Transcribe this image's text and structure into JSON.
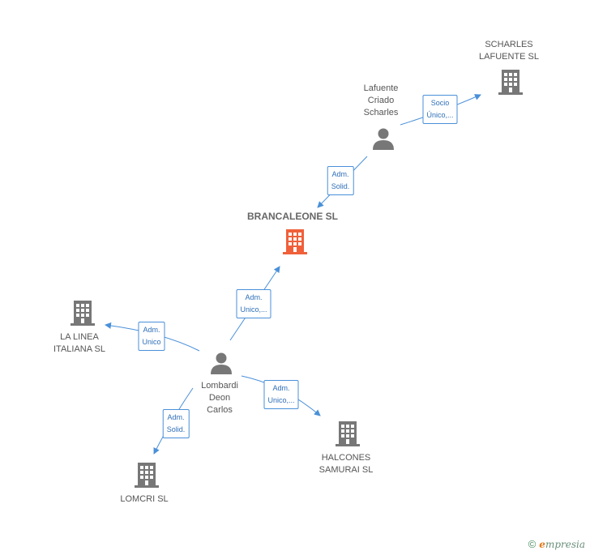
{
  "colors": {
    "edge": "#4a90d9",
    "node_icon": "#777777",
    "focus_icon": "#f0603a"
  },
  "nodes": {
    "brancaleone": {
      "label": "BRANCALEONE SL",
      "type": "company",
      "focus": true
    },
    "scharles_lafuente": {
      "lines": [
        "SCHARLES",
        "LAFUENTE  SL"
      ],
      "type": "company"
    },
    "lafuente_criado": {
      "lines": [
        "Lafuente",
        "Criado",
        "Scharles"
      ],
      "type": "person"
    },
    "la_linea": {
      "lines": [
        "LA LINEA",
        "ITALIANA SL"
      ],
      "type": "company"
    },
    "lombardi": {
      "lines": [
        "Lombardi",
        "Deon",
        "Carlos"
      ],
      "type": "person"
    },
    "halcones": {
      "lines": [
        "HALCONES",
        "SAMURAI SL"
      ],
      "type": "company"
    },
    "lomcri": {
      "lines": [
        "LOMCRI SL"
      ],
      "type": "company"
    }
  },
  "edges": {
    "lafuente_to_scharles": [
      "Socio",
      "Único,..."
    ],
    "lafuente_to_brancaleone": [
      "Adm.",
      "Solid."
    ],
    "lombardi_to_brancaleone": [
      "Adm.",
      "Unico,..."
    ],
    "lombardi_to_la_linea": [
      "Adm.",
      "Unico"
    ],
    "lombardi_to_halcones": [
      "Adm.",
      "Unico,..."
    ],
    "lombardi_to_lomcri": [
      "Adm.",
      "Solid."
    ]
  },
  "footer": {
    "copyright": "©",
    "brand_first": "e",
    "brand_rest": "mpresia"
  }
}
